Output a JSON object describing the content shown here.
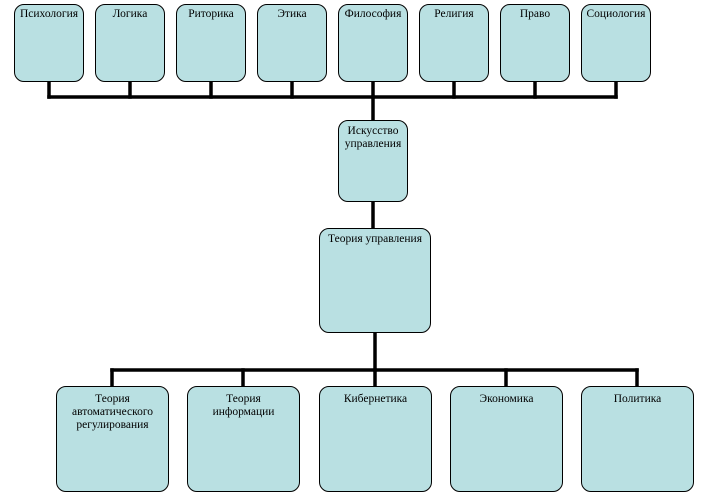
{
  "top_row": [
    {
      "label": "Психология"
    },
    {
      "label": "Логика"
    },
    {
      "label": "Риторика"
    },
    {
      "label": "Этика"
    },
    {
      "label": "Философия"
    },
    {
      "label": "Религия"
    },
    {
      "label": "Право"
    },
    {
      "label": "Социология"
    }
  ],
  "middle": {
    "art_of_management": "Искусство управления",
    "management_theory": "Теория управления"
  },
  "bottom_row": [
    {
      "label": "Теория автоматического регулирования"
    },
    {
      "label": "Теория информации"
    },
    {
      "label": "Кибернетика"
    },
    {
      "label": "Экономика"
    },
    {
      "label": "Политика"
    }
  ],
  "colors": {
    "node_fill": "#b9e0e2",
    "stroke": "#000000"
  }
}
